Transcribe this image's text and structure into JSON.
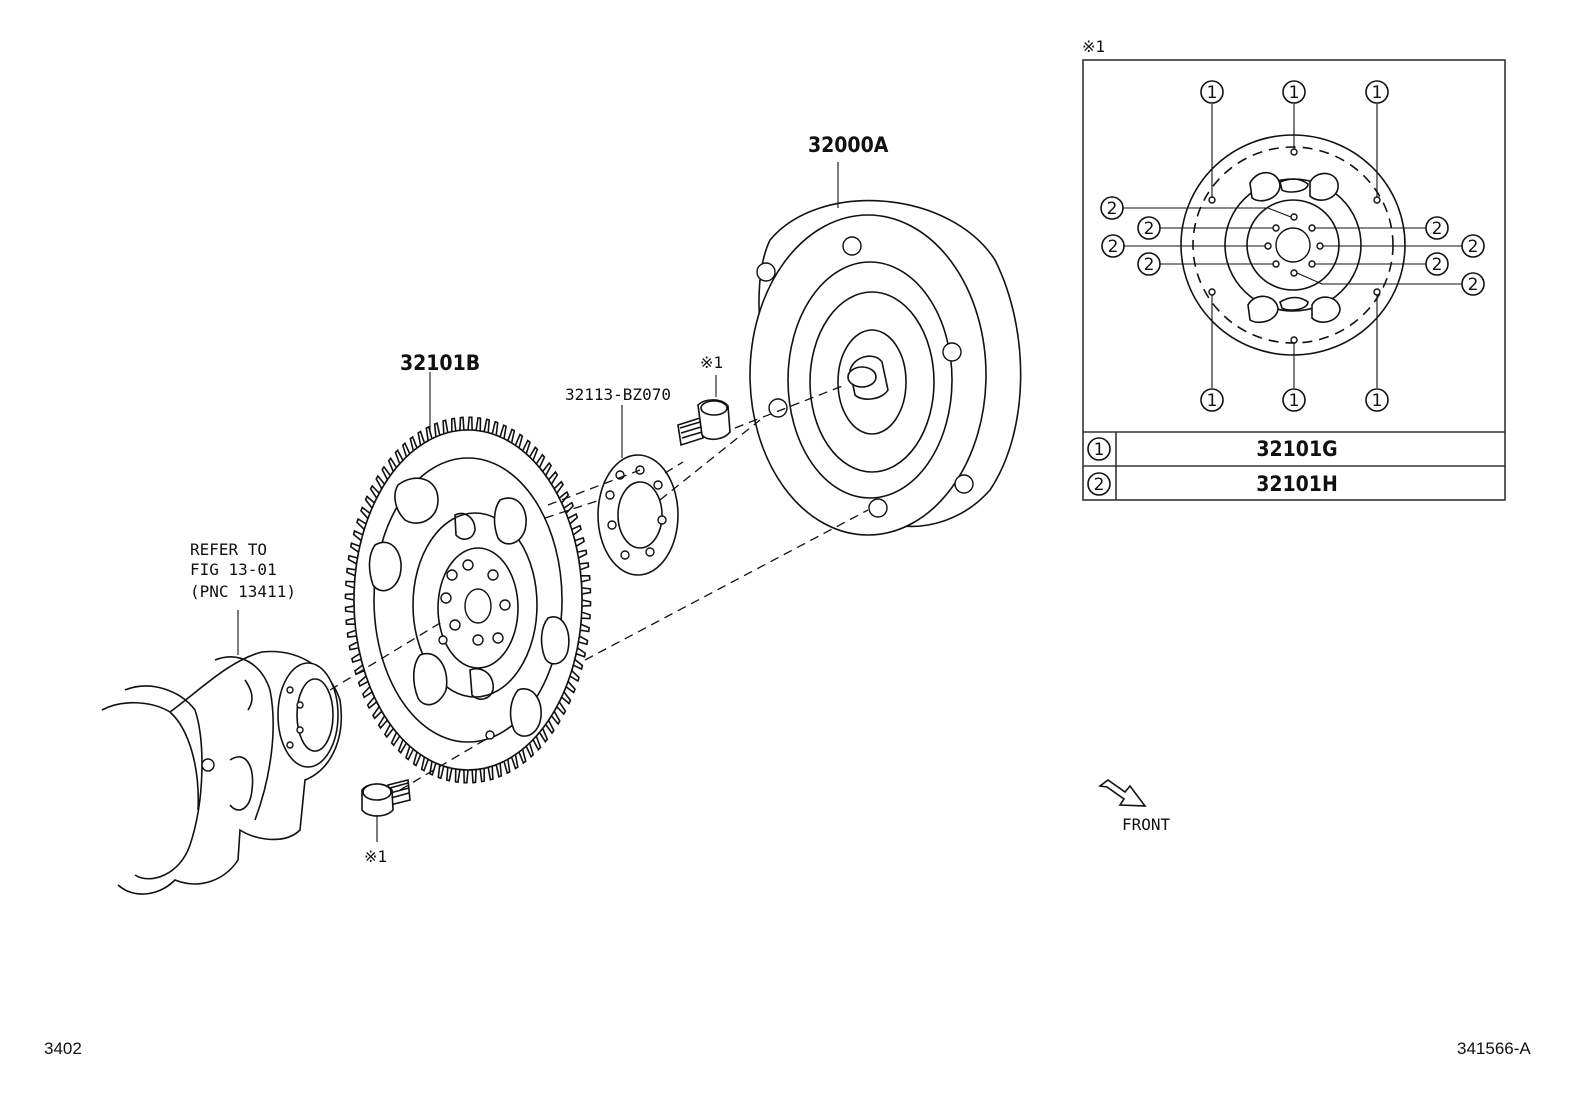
{
  "labels": {
    "torque_converter": "32000A",
    "drive_plate": "32101B",
    "spacer": "32113-BZ070",
    "refer_line1": "REFER TO",
    "refer_line2": "FIG 13-01",
    "refer_line3": "(PNC 13411)",
    "bolt_note_top": "※1",
    "bolt_note_bottom": "※1",
    "front": "FRONT",
    "page_left": "3402",
    "page_right": "341566-A"
  },
  "inset": {
    "note": "※1",
    "callout_1": "1",
    "callout_2": "2",
    "legend": [
      {
        "num": "1",
        "part": "32101G"
      },
      {
        "num": "2",
        "part": "32101H"
      }
    ]
  }
}
